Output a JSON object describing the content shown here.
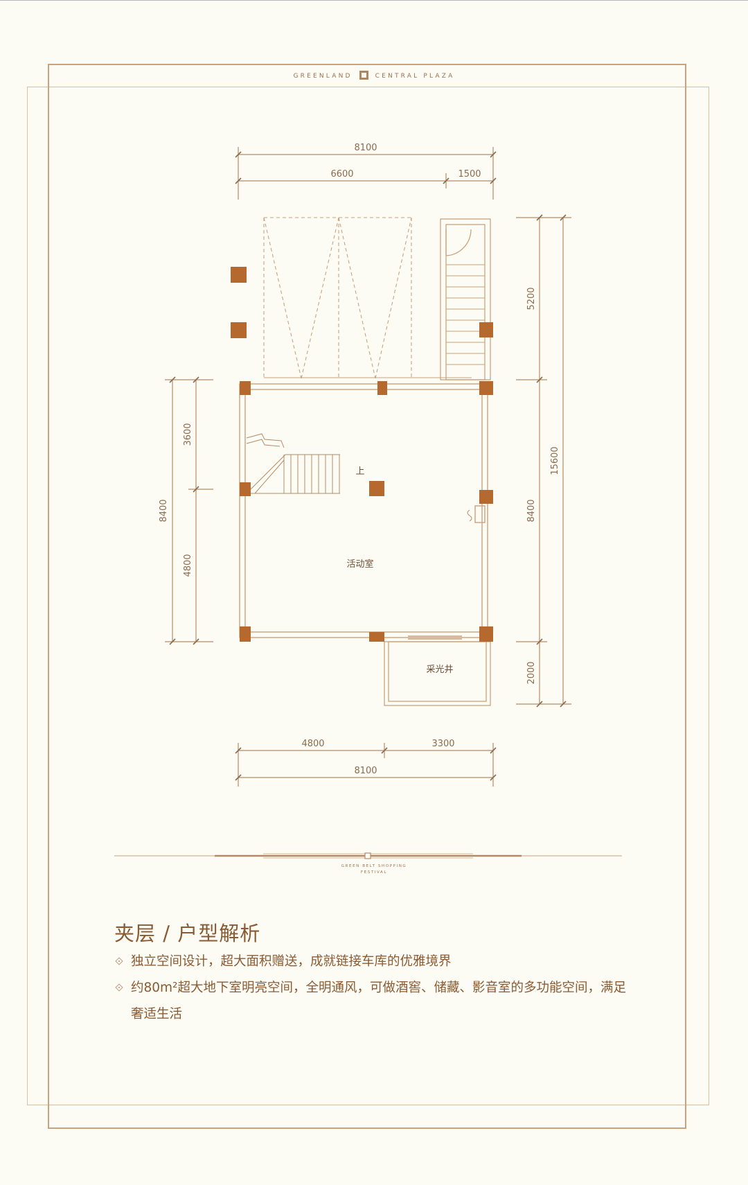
{
  "brand": {
    "left": "GREENLAND",
    "right": "CENTRAL PLAZA"
  },
  "plan": {
    "dims_top": {
      "total": "8100",
      "left": "6600",
      "right": "1500"
    },
    "dims_bottom": {
      "left": "4800",
      "right": "3300",
      "total": "8100"
    },
    "dims_left": {
      "total": "8400",
      "upper": "3600",
      "lower": "4800"
    },
    "dims_right_inner": {
      "top": "5200",
      "middle": "8400",
      "bottom": "2000"
    },
    "dims_right_outer": {
      "total": "15600"
    },
    "rooms": {
      "activity_room": "活动室",
      "light_well": "采光井",
      "stair_up": "上"
    }
  },
  "festival": {
    "line1": "GREEN BELT SHOPPING",
    "line2": "FESTIVAL"
  },
  "section": {
    "title": "夹层 / 户型解析",
    "bullets": [
      "独立空间设计，超大面积赠送，成就链接车库的优雅境界",
      "约80m²超大地下室明亮空间，全明通风，可做酒窖、储藏、影音室的多功能空间，满足奢适生活"
    ]
  },
  "colors": {
    "accent": "#8a5a33",
    "column": "#b5692e",
    "line": "#c9a27e",
    "background": "#fdfcf4"
  }
}
